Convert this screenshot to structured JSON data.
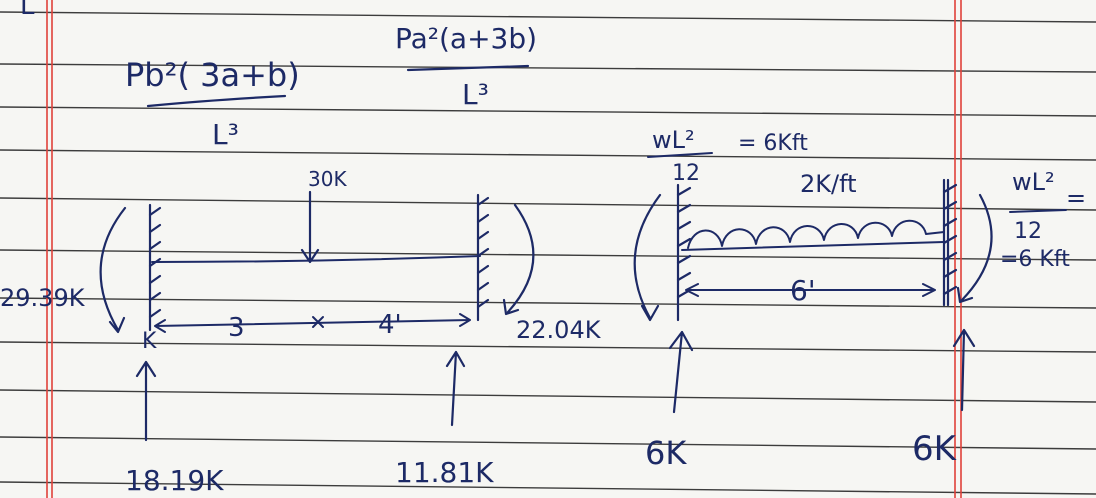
{
  "colors": {
    "paper": "#f6f6f3",
    "rule_line": "#3c3c3c",
    "margin_line": "#e0413a",
    "ink": "#1d2a66"
  },
  "notes": {
    "corner_letter": "L",
    "fem_left": {
      "numerator": "Pb²( 3a+b)",
      "denominator": "L³"
    },
    "fem_right": {
      "numerator": "Pa²(a+3b)",
      "denominator": "L³"
    },
    "fem_udl_top": {
      "numerator": "wL²",
      "denominator": "12",
      "result": "= 6Kft"
    },
    "fem_udl_side": {
      "numerator": "wL²",
      "denominator": "12",
      "eq": "=",
      "result": "=6 Kft"
    }
  },
  "beam1": {
    "point_load": "30K",
    "left_moment": "29.39K",
    "right_moment": "22.04K",
    "span_a": "3",
    "span_b": "4'",
    "left_reaction": "18.19K",
    "right_reaction": "11.81K",
    "left_support_mark": "K"
  },
  "beam2": {
    "udl": "2K/ft",
    "span": "6'",
    "left_reaction": "6K",
    "right_reaction": "6K"
  }
}
